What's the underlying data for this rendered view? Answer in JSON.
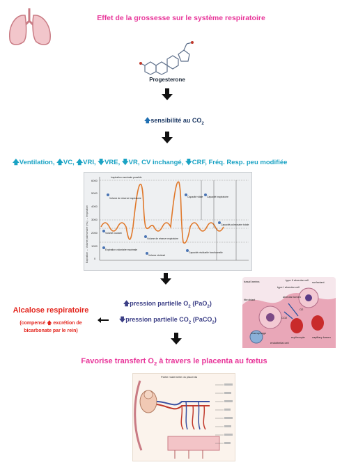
{
  "title": "Effet de la grossesse sur le système respiratoire",
  "molecule_label": "Progesterone",
  "step1": {
    "text": "sensibilité au CO",
    "sub": "2"
  },
  "step2": {
    "parts": [
      "Ventilation,",
      "VC,",
      "VRI,",
      "VRE,",
      "VR, CV inchangé,",
      "CRF, Fréq. Resp. peu modifiée"
    ]
  },
  "graph": {
    "y_ticks": [
      "6000",
      "5000",
      "4000",
      "3000",
      "2000",
      "1000",
      "0"
    ],
    "y_axis_label": "Expiration ← Volume pulmonaire (mL) → Inspiration",
    "labels": {
      "top": "Inspiration maximale possible",
      "irv": "Volume de réserve inspiratoire",
      "vc": "Capacité vitale",
      "ci": "Capacité inspiratoire",
      "tv": "Volume courant",
      "erv": "Volume de réserve expiratoire",
      "exp": "Expiration volontaire maximale",
      "rv": "Volume résiduel",
      "crf": "Capacité résiduelle fonctionnelle",
      "tlc": "Capacité pulmonaire totale"
    }
  },
  "pressions": {
    "o2_text": "pression partielle O",
    "o2_sub": "2",
    "o2_paren": " (PaO",
    "o2_end": ")",
    "co2_text": "pression partielle CO",
    "co2_sub": "2",
    "co2_paren": " (PaCO",
    "co2_end": ")"
  },
  "alcalose": {
    "title": "Alcalose respiratoire",
    "sub_a": "(compensé",
    "sub_b": "excrétion de",
    "sub_c": "bicarbonate par le rein)"
  },
  "alveolus": {
    "labels": [
      "basal lamina",
      "type II alveolar cell",
      "surfactant",
      "type I alveolar cell",
      "fibroblast",
      "alveolar lumen",
      "macrophage",
      "erythrocyte",
      "endothelial cell",
      "capillary lumen",
      "CO2",
      "O2"
    ]
  },
  "final": {
    "text_a": "Favorise transfert O",
    "sub": "2",
    "text_b": " à travers le placenta au fœtus"
  },
  "placenta": {
    "caption": "Partie maternelle du placenta"
  },
  "colors": {
    "pink": "#e8369a",
    "cyan": "#1aa3c4",
    "navy": "#1f3b66",
    "red": "#e3231b",
    "orange": "#e0782a"
  }
}
